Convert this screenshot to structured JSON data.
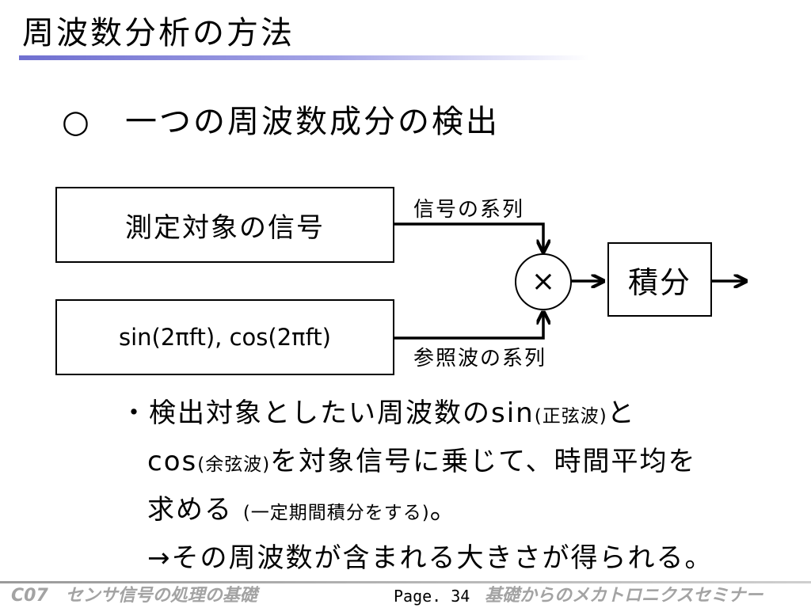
{
  "title": "周波数分析の方法",
  "heading": {
    "mark": "○",
    "text": "一つの周波数成分の検出"
  },
  "diagram": {
    "signal_box": "測定対象の信号",
    "reference_box": "sin(2πft), cos(2πft)",
    "multiplier_symbol": "×",
    "integrator_box": "積分",
    "signal_series_label": "信号の系列",
    "reference_series_label": "参照波の系列"
  },
  "body": {
    "bullet": "・",
    "line1_a": "検出対象としたい周波数の",
    "line1_sin": "sin",
    "line1_paren": "(正弦波)",
    "line1_b": "と",
    "line2_cos": "cos",
    "line2_paren": "(余弦波)",
    "line2_b": "を対象信号に乗じて、時間平均を",
    "line3_a": "求める",
    "line3_paren": "(一定期間積分をする)",
    "line3_b": "。",
    "line4": "→その周波数が含まれる大きさが得られる。"
  },
  "footer": {
    "left": "C07　センサ信号の処理の基礎",
    "page": "Page. 34",
    "right": "基礎からのメカトロニクスセミナー"
  }
}
